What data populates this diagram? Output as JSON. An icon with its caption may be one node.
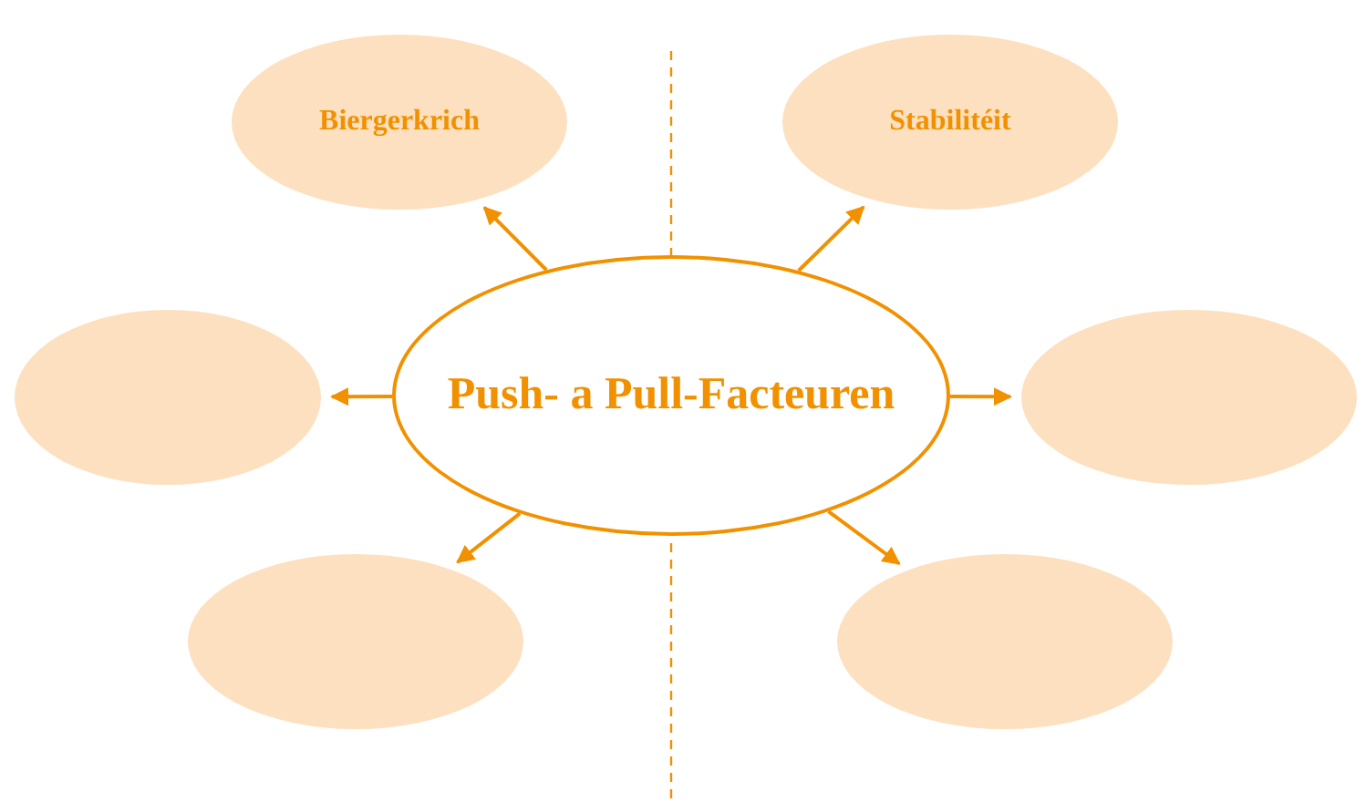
{
  "diagram": {
    "nodes": [
      {
        "text": [
          "Push- a Pull-Facteuren"
        ]
      },
      {
        "text": [
          "Biergerkrich"
        ]
      },
      {
        "text": [
          "Stabilitéit"
        ]
      },
      {
        "text": [],
        "shape": "ellipse"
      },
      {
        "text": [],
        "shape": "ellipse"
      },
      {
        "text": [],
        "shape": "ellipse"
      },
      {
        "text": [],
        "shape": "ellipse"
      }
    ],
    "edges": [
      {
        "from": 0,
        "to": 1,
        "arrow": "to"
      },
      {
        "from": 0,
        "to": 2,
        "arrow": "to"
      },
      {
        "from": 0,
        "to": 3,
        "arrow": "to"
      },
      {
        "from": 0,
        "to": 4,
        "arrow": "to"
      },
      {
        "from": 0,
        "to": 5,
        "arrow": "to"
      },
      {
        "from": 0,
        "to": 6,
        "arrow": "to"
      }
    ]
  }
}
